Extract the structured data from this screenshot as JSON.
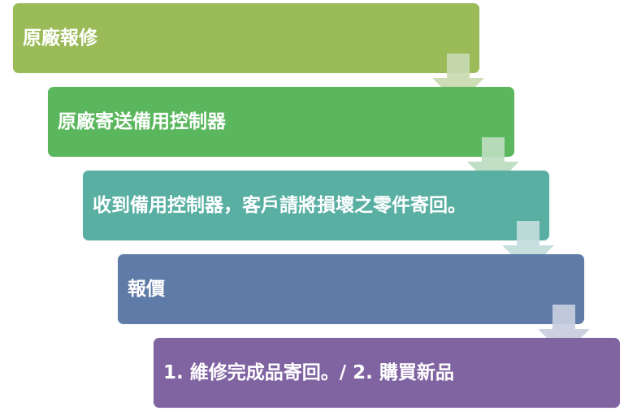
{
  "steps": [
    {
      "label": "原廠報修",
      "color": "#9bbb59"
    },
    {
      "label": "原廠寄送備用控制器",
      "color": "#5bb75e"
    },
    {
      "label": "收到備用控制器，客戶請將損壞之零件寄回。",
      "color": "#5aafa3"
    },
    {
      "label": "報價",
      "color": "#5f7ba8"
    },
    {
      "label": "1. 維修完成品寄回。/ 2. 購買新品",
      "color": "#8064a2"
    }
  ],
  "arrow_colors": [
    "#c9dab0",
    "#bcdcc0",
    "#c2dcdb",
    "#c8cde0"
  ]
}
